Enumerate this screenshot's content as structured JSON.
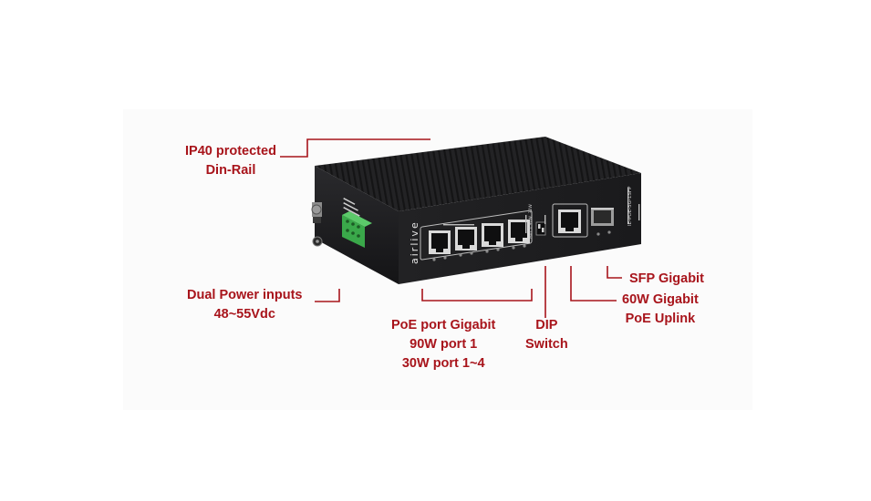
{
  "device": {
    "brand_logo": "airlive",
    "model_label": "IE-POE-5G-1SFP",
    "panel_text": "Port 1 90W, 30W"
  },
  "callouts": {
    "ip40": {
      "line1": "IP40 protected",
      "line2": "Din-Rail"
    },
    "power": {
      "line1": "Dual Power inputs",
      "line2": "48~55Vdc"
    },
    "poe": {
      "line1": "PoE port Gigabit",
      "line2": "90W port 1",
      "line3": "30W port 1~4"
    },
    "dip": {
      "line1": "DIP",
      "line2": "Switch"
    },
    "sfp": {
      "line1": "SFP Gigabit"
    },
    "uplink": {
      "line1": "60W Gigabit",
      "line2": "PoE Uplink"
    }
  },
  "colors": {
    "accent": "#a8141b",
    "device_body": "#1c1c1e",
    "terminal_green": "#3aa84a"
  }
}
